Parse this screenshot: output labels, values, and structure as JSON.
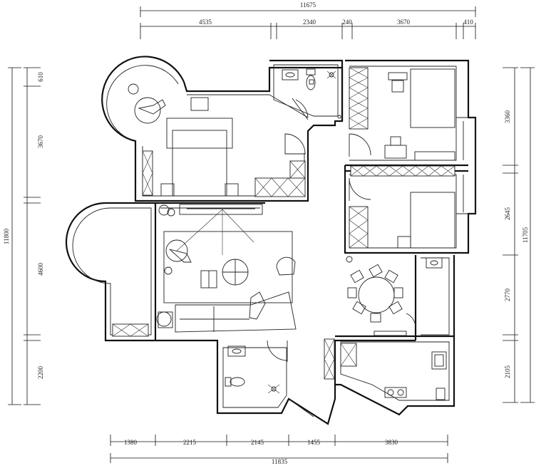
{
  "dimensions": {
    "top_total": "11675",
    "top_segments": [
      "4535",
      "2340",
      "240",
      "3670",
      "410"
    ],
    "bottom_total": "11835",
    "bottom_segments": [
      "1380",
      "2215",
      "2145",
      "1455",
      "3830"
    ],
    "left_total": "11800",
    "left_segments": [
      "610",
      "3670",
      "4600",
      "2200"
    ],
    "right_total": "11705",
    "right_segments": [
      "3360",
      "2645",
      "2770",
      "2105"
    ]
  }
}
